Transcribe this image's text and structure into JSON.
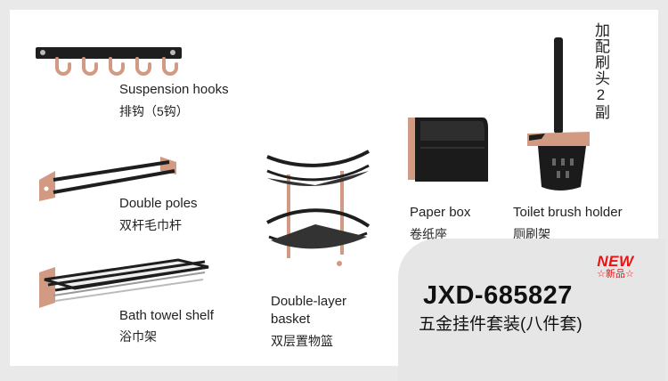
{
  "products": [
    {
      "name_en": "Suspension hooks",
      "name_cn": "排钩（5钩）",
      "icon": "wall-hook-rail"
    },
    {
      "name_en": "Double poles",
      "name_cn": "双杆毛巾杆",
      "icon": "double-towel-bar"
    },
    {
      "name_en": "Bath towel shelf",
      "name_cn": "浴巾架",
      "icon": "towel-shelf"
    },
    {
      "name_en": "Double-layer",
      "name_en_2": "basket",
      "name_cn": "双层置物篮",
      "icon": "corner-basket"
    },
    {
      "name_en": "Paper box",
      "name_cn": "卷纸座",
      "icon": "paper-box"
    },
    {
      "name_en": "Toilet brush holder",
      "name_cn": "厕刷架",
      "icon": "toilet-brush"
    }
  ],
  "note_vertical": "加配刷头2副",
  "model": "JXD-685827",
  "set_name": "五金挂件套装(八件套)",
  "badge": {
    "word": "NEW",
    "sub": "☆新品☆"
  },
  "colors": {
    "black": "#1e1e1e",
    "rose_gold": "#d29a82",
    "badge_red": "#e11111",
    "panel": "#e6e6e6"
  }
}
